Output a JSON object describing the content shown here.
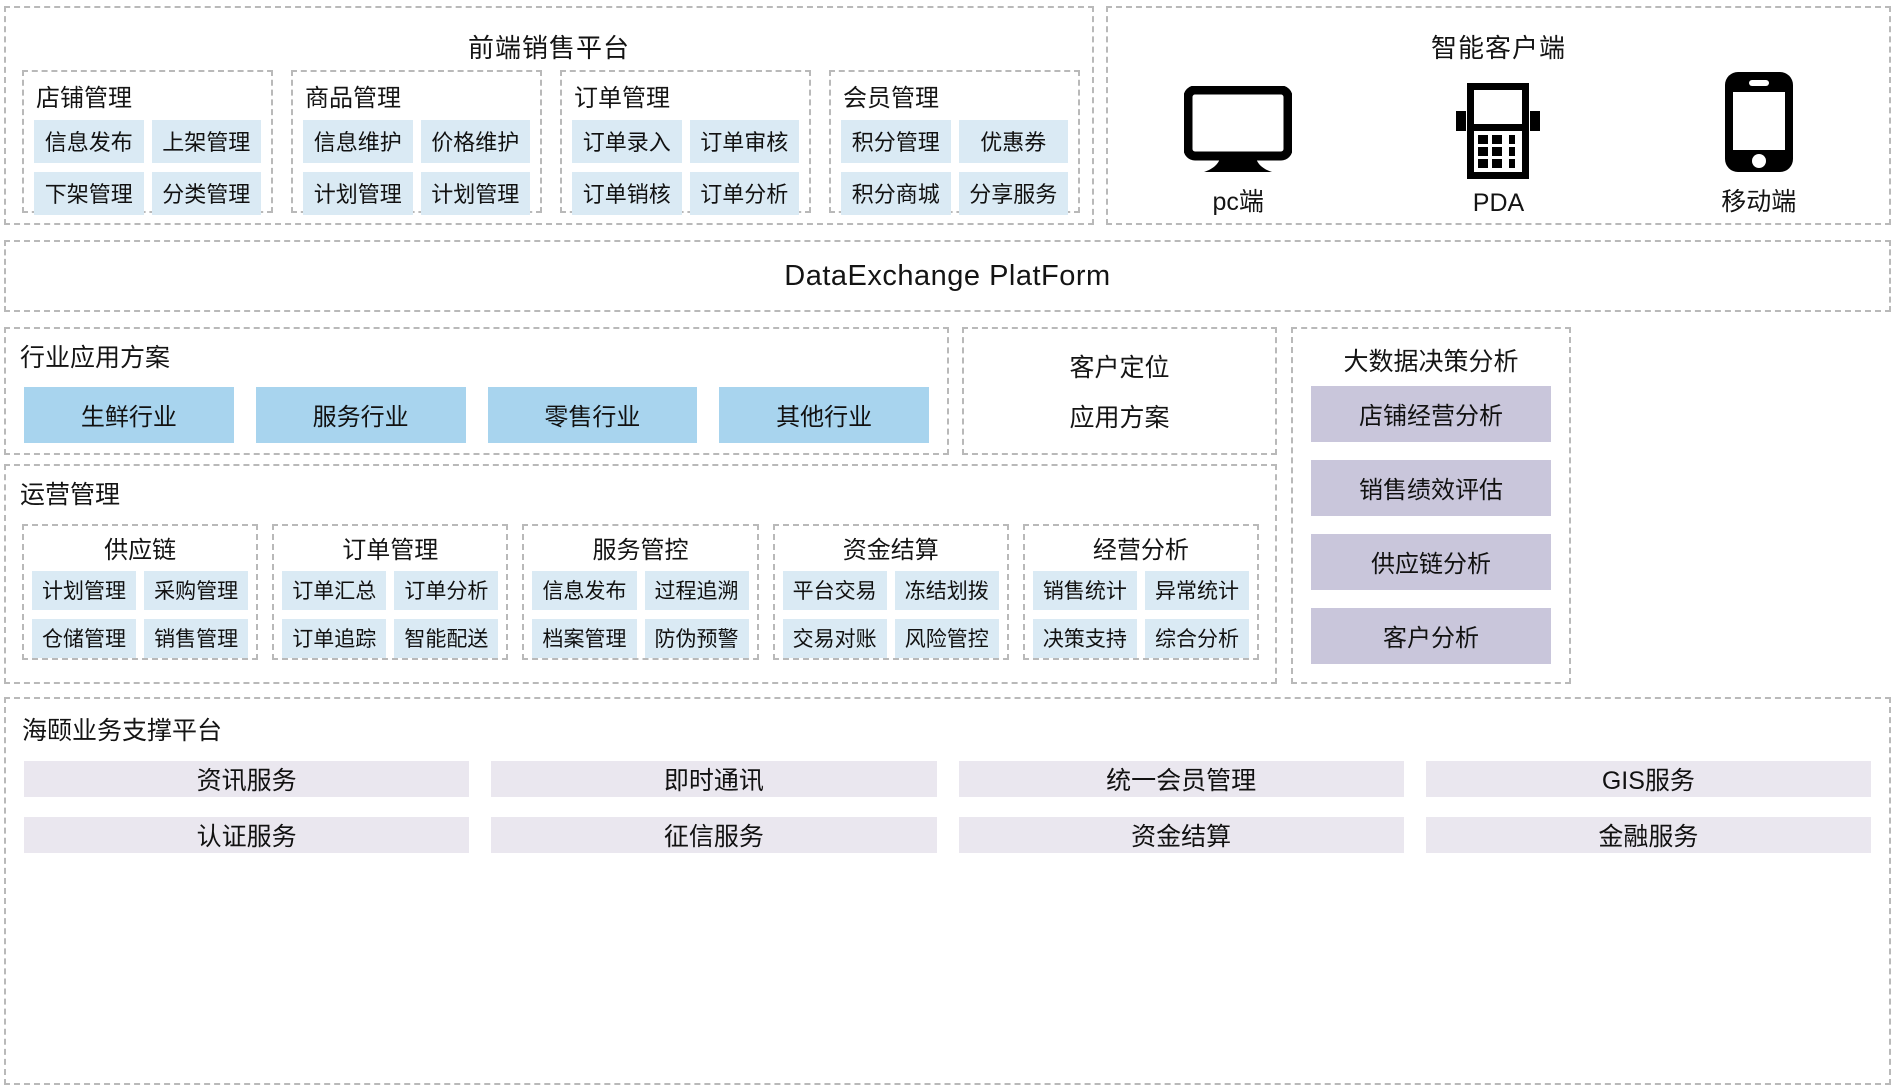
{
  "front_platform": {
    "title": "前端销售平台",
    "groups": [
      {
        "name": "店铺管理",
        "items": [
          "信息发布",
          "上架管理",
          "下架管理",
          "分类管理"
        ]
      },
      {
        "name": "商品管理",
        "items": [
          "信息维护",
          "价格维护",
          "计划管理",
          "计划管理"
        ]
      },
      {
        "name": "订单管理",
        "items": [
          "订单录入",
          "订单审核",
          "订单销核",
          "订单分析"
        ]
      },
      {
        "name": "会员管理",
        "items": [
          "积分管理",
          "优惠券",
          "积分商城",
          "分享服务"
        ]
      }
    ]
  },
  "smart_client": {
    "title": "智能客户端",
    "devices": [
      {
        "icon": "monitor-icon",
        "label": "pc端"
      },
      {
        "icon": "pda-icon",
        "label": "PDA"
      },
      {
        "icon": "mobile-phone-icon",
        "label": "移动端"
      }
    ]
  },
  "data_exchange": {
    "title": "DataExchange  PlatForm"
  },
  "industry": {
    "label": "行业应用方案",
    "items": [
      "生鲜行业",
      "服务行业",
      "零售行业",
      "其他行业"
    ]
  },
  "customer_positioning": {
    "line1": "客户定位",
    "line2": "应用方案"
  },
  "bigdata": {
    "label": "大数据决策分析",
    "items": [
      "店铺经营分析",
      "销售绩效评估",
      "供应链分析",
      "客户分析"
    ]
  },
  "operations": {
    "label": "运营管理",
    "groups": [
      {
        "name": "供应链",
        "items": [
          "计划管理",
          "采购管理",
          "仓储管理",
          "销售管理"
        ]
      },
      {
        "name": "订单管理",
        "items": [
          "订单汇总",
          "订单分析",
          "订单追踪",
          "智能配送"
        ]
      },
      {
        "name": "服务管控",
        "items": [
          "信息发布",
          "过程追溯",
          "档案管理",
          "防伪预警"
        ]
      },
      {
        "name": "资金结算",
        "items": [
          "平台交易",
          "冻结划拨",
          "交易对账",
          "风险管控"
        ]
      },
      {
        "name": "经营分析",
        "items": [
          "销售统计",
          "异常统计",
          "决策支持",
          "综合分析"
        ]
      }
    ]
  },
  "support": {
    "label": "海颐业务支撑平台",
    "items": [
      "资讯服务",
      "即时通讯",
      "统一会员管理",
      "GIS服务",
      "认证服务",
      "征信服务",
      "资金结算",
      "金融服务"
    ]
  },
  "colors": {
    "chip_blue": "#daeaf4",
    "industry_blue": "#a8d4ee",
    "bigdata_purple": "#c9c6db",
    "support_gray": "#eae7ef",
    "dash_border": "#b9b9b9"
  }
}
